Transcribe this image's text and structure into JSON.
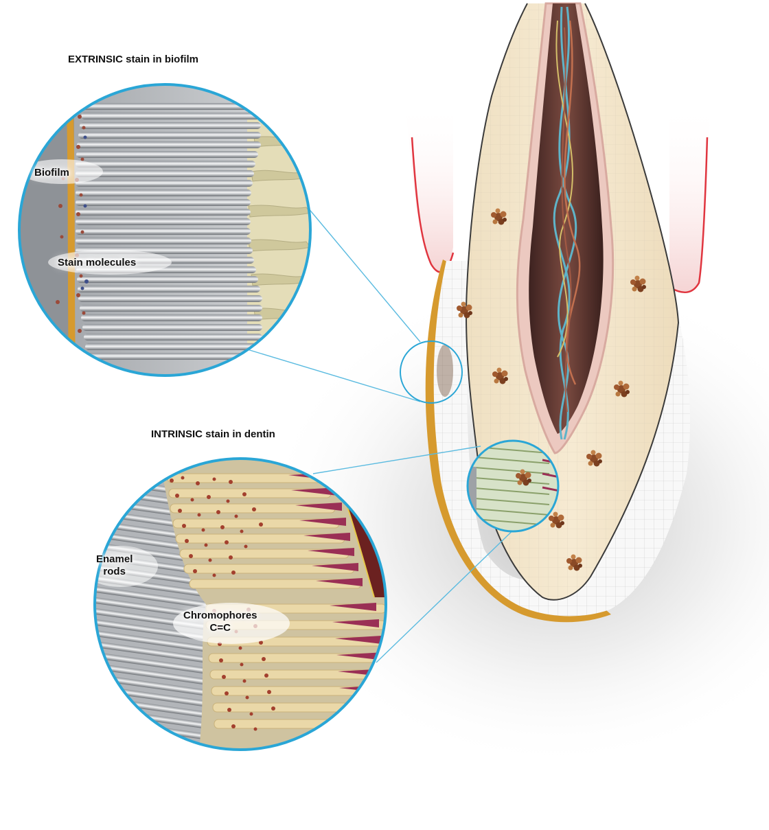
{
  "extrinsic_panel": {
    "title": "EXTRINSIC stain in biofilm",
    "labels": {
      "biofilm": "Biofilm",
      "stain_molecules": "Stain molecules"
    }
  },
  "intrinsic_panel": {
    "title": "INTRINSIC stain in dentin",
    "labels": {
      "enamel_rods_line1": "Enamel",
      "enamel_rods_line2": "rods",
      "chromophores_line1": "Chromophores",
      "chromophores_line2": "C=C"
    }
  },
  "colors": {
    "ring": "#2aa6d6",
    "callout_line": "#5bbbe0",
    "dentin": "#f1e3c6",
    "enamel": "#f7f7f7",
    "biofilm_layer": "#d69a2e",
    "gum": "#e23a45",
    "pulp": "#6b3d35",
    "tubule_stain": "#9a2f55",
    "stain_molecule": "#9b5a32"
  },
  "icons": [
    "magnifier-circle",
    "stain-molecule-cluster"
  ]
}
